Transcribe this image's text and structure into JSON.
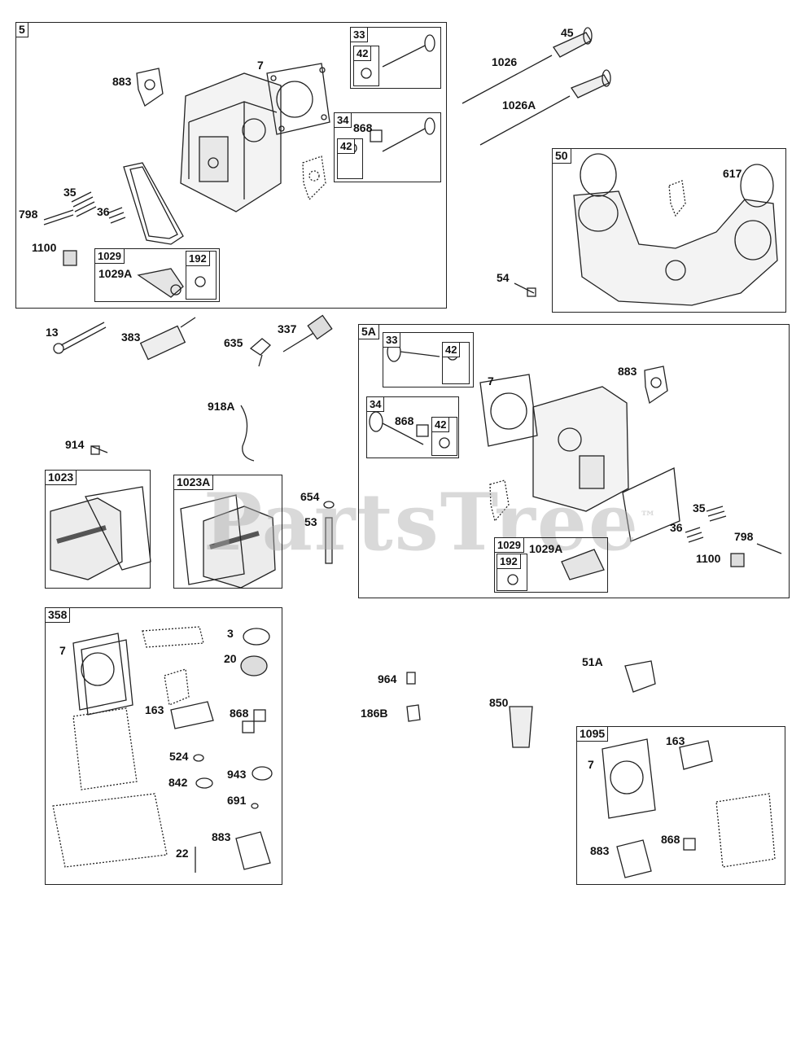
{
  "watermark": {
    "text": "PartsTree",
    "tm": "™"
  },
  "sections": {
    "s5": {
      "tag": "5"
    },
    "s33a": {
      "tag": "33"
    },
    "s42a": {
      "tag": "42"
    },
    "s34a": {
      "tag": "34"
    },
    "s42b": {
      "tag": "42"
    },
    "s1029a": {
      "tag": "1029"
    },
    "s192a": {
      "tag": "192"
    },
    "s50": {
      "tag": "50"
    },
    "s5A": {
      "tag": "5A"
    },
    "s33b": {
      "tag": "33"
    },
    "s42c": {
      "tag": "42"
    },
    "s34b": {
      "tag": "34"
    },
    "s42d": {
      "tag": "42"
    },
    "s1029b": {
      "tag": "1029"
    },
    "s192b": {
      "tag": "192"
    },
    "s1023": {
      "tag": "1023"
    },
    "s1023A": {
      "tag": "1023A"
    },
    "s358": {
      "tag": "358"
    },
    "s1095": {
      "tag": "1095"
    }
  },
  "labels": {
    "p883a": "883",
    "p7a": "7",
    "p868a": "868",
    "p35a": "35",
    "p798a": "798",
    "p36a": "36",
    "p1100a": "1100",
    "p1029Aa": "1029A",
    "p45": "45",
    "p1026": "1026",
    "p1026A": "1026A",
    "p617": "617",
    "p54": "54",
    "p13": "13",
    "p383": "383",
    "p635": "635",
    "p337": "337",
    "p918A": "918A",
    "p914": "914",
    "p654": "654",
    "p53": "53",
    "p7b": "7",
    "p883b": "883",
    "p868b": "868",
    "p35b": "35",
    "p36b": "36",
    "p798b": "798",
    "p1100b": "1100",
    "p1029Ab": "1029A",
    "p7c": "7",
    "p3": "3",
    "p20": "20",
    "p163a": "163",
    "p868c": "868",
    "p524": "524",
    "p943": "943",
    "p842": "842",
    "p691": "691",
    "p883c": "883",
    "p22": "22",
    "p964": "964",
    "p186B": "186B",
    "p850": "850",
    "p51A": "51A",
    "p163b": "163",
    "p7d": "7",
    "p868d": "868",
    "p883d": "883"
  }
}
